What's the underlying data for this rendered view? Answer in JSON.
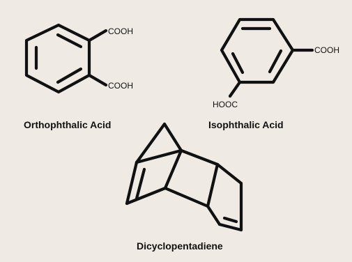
{
  "molecules": [
    {
      "name": "Orthophthalic Acid",
      "substituents": [
        "COOH",
        "COOH"
      ]
    },
    {
      "name": "Isophthalic Acid",
      "substituents": [
        "COOH",
        "HOOC"
      ]
    },
    {
      "name": "Dicyclopentadiene",
      "substituents": []
    }
  ]
}
